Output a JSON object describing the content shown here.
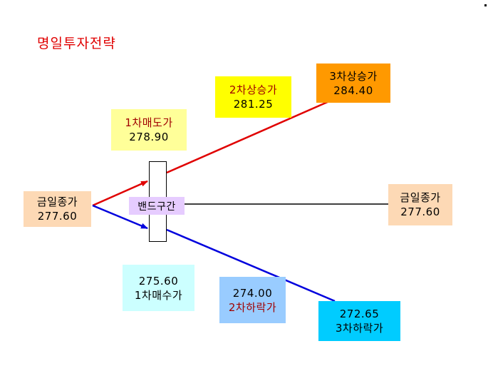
{
  "diagram": {
    "title": "명일투자전략",
    "band_label": "밴드구간",
    "boxes": {
      "close_left": {
        "label": "금일종가",
        "value": "277.60",
        "bg": "#fdd9b5"
      },
      "close_right": {
        "label": "금일종가",
        "value": "277.60",
        "bg": "#fdd9b5"
      },
      "sell1": {
        "label": "1차매도가",
        "value": "278.90",
        "bg": "#ffff99"
      },
      "up2": {
        "label": "2차상승가",
        "value": "281.25",
        "bg": "#ffff00"
      },
      "up3": {
        "label": "3차상승가",
        "value": "284.40",
        "bg": "#ff9900"
      },
      "buy1": {
        "label": "1차매수가",
        "value": "275.60",
        "bg": "#ccffff"
      },
      "down2": {
        "label": "2차하락가",
        "value": "274.00",
        "bg": "#99ccff"
      },
      "down3": {
        "label": "3차하락가",
        "value": "272.65",
        "bg": "#00ccff"
      }
    },
    "colors": {
      "up_line": "#e00000",
      "down_line": "#0000dd",
      "flat_line": "#000000"
    }
  }
}
